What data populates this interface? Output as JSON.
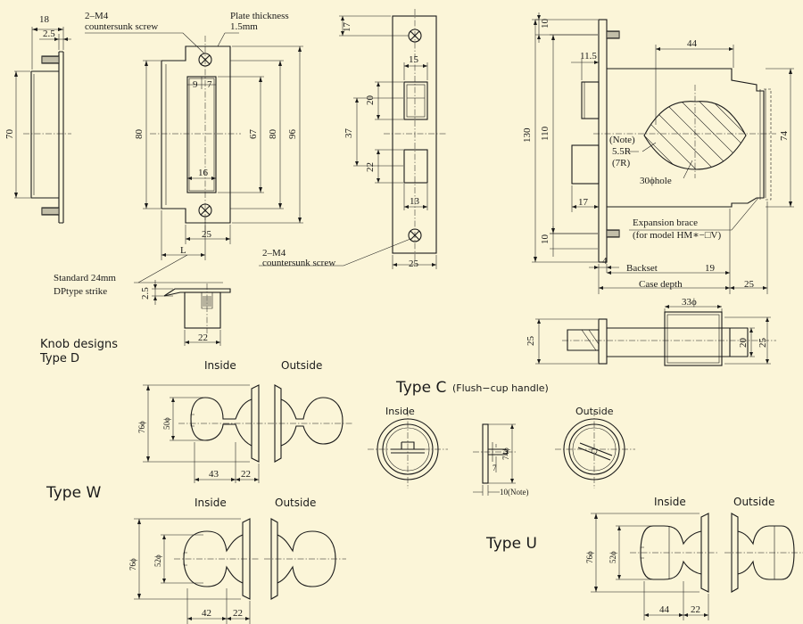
{
  "notes": {
    "screw_top": [
      "2–M4",
      "countersunk screw"
    ],
    "plate_thickness": [
      "Plate thickness",
      "1.5mm"
    ],
    "screw_bottom": [
      "2–M4",
      "countersunk screw"
    ],
    "strike": [
      "Standard 24mm",
      "DPtype strike"
    ],
    "note_r": [
      "(Note)",
      "5.5R",
      "(7R)"
    ],
    "hole": "30ϕhole",
    "brace": [
      "Expansion brace",
      "(for model HM∗−□V)"
    ],
    "backset": "Backset",
    "case_depth": "Case depth",
    "note10": "10(Note)",
    "L": "L"
  },
  "dims": {
    "d18": "18",
    "d2_5a": "2.5",
    "d70": "70",
    "d80a": "80",
    "d9": "9",
    "d7": "7",
    "d67": "67",
    "d80b": "80",
    "d96": "96",
    "d16": "16",
    "d25a": "25",
    "d17a": "17",
    "d15": "15",
    "d20a": "20",
    "d37": "37",
    "d22a": "22",
    "d13": "13",
    "d25b": "25",
    "d2_5b": "2.5",
    "d22b": "22",
    "d10a": "10",
    "d44a": "44",
    "d11_5": "11.5",
    "d130": "130",
    "d110": "110",
    "d74a": "74",
    "d17b": "17",
    "d10b": "10",
    "d4": "4",
    "d19": "19",
    "d25c": "25",
    "d33": "33ϕ",
    "d25d": "25",
    "d20b": "20",
    "d25e": "25",
    "d76a": "76ϕ",
    "d50": "50ϕ",
    "d43": "43",
    "d22c": "22",
    "d74b": "74ϕ",
    "d76b": "76ϕ",
    "d52a": "52ϕ",
    "d42": "42",
    "d22d": "22",
    "d76c": "76ϕ",
    "d52b": "52ϕ",
    "d44b": "44",
    "d22e": "22"
  },
  "labels": {
    "knob_designs": "Knob designs",
    "type_d": "Type D",
    "type_c": "Type C",
    "flush_cup": "(Flush−cup handle)",
    "type_w": "Type W",
    "type_u": "Type U",
    "inside_d": "Inside",
    "outside_d": "Outside",
    "inside_c": "Inside",
    "outside_c": "Outside",
    "inside_w": "Inside",
    "outside_w": "Outside",
    "inside_u": "Inside",
    "outside_u": "Outside"
  },
  "colors": {
    "background": "#fbf5d8",
    "ink": "#1a1a1a"
  }
}
